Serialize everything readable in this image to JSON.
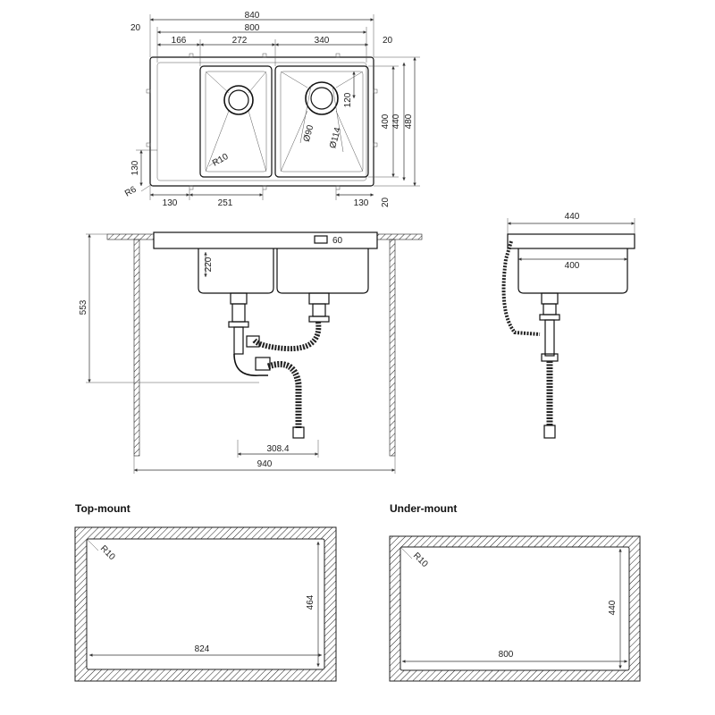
{
  "top_view": {
    "dims": {
      "overall_width": "840",
      "inner_width": "800",
      "left_offset": "20",
      "right_offset": "20",
      "drainer": "166",
      "bowl_small": "272",
      "bowl_large": "340",
      "bowl_depth": "400",
      "height_inner": "440",
      "height_overall": "480",
      "corner_radius": "R10",
      "outer_radius": "R6",
      "left_edge": "130",
      "bottom_left": "130",
      "drain_spacing": "251",
      "bottom_right": "130",
      "bottom_offset": "20",
      "drain_offset": "120",
      "drain_dia_small": "Ø90",
      "drain_dia_large": "Ø114"
    }
  },
  "front_view": {
    "dims": {
      "overflow": "60",
      "bowl_height": "220",
      "total_height": "553",
      "drain_distance": "308.4",
      "cabinet_width": "940"
    }
  },
  "side_view": {
    "dims": {
      "overall": "440",
      "bowl": "400"
    }
  },
  "cutouts": [
    {
      "label": "Top-mount",
      "width": "824",
      "height": "464",
      "radius": "R10"
    },
    {
      "label": "Under-mount",
      "width": "800",
      "height": "440",
      "radius": "R10"
    }
  ]
}
